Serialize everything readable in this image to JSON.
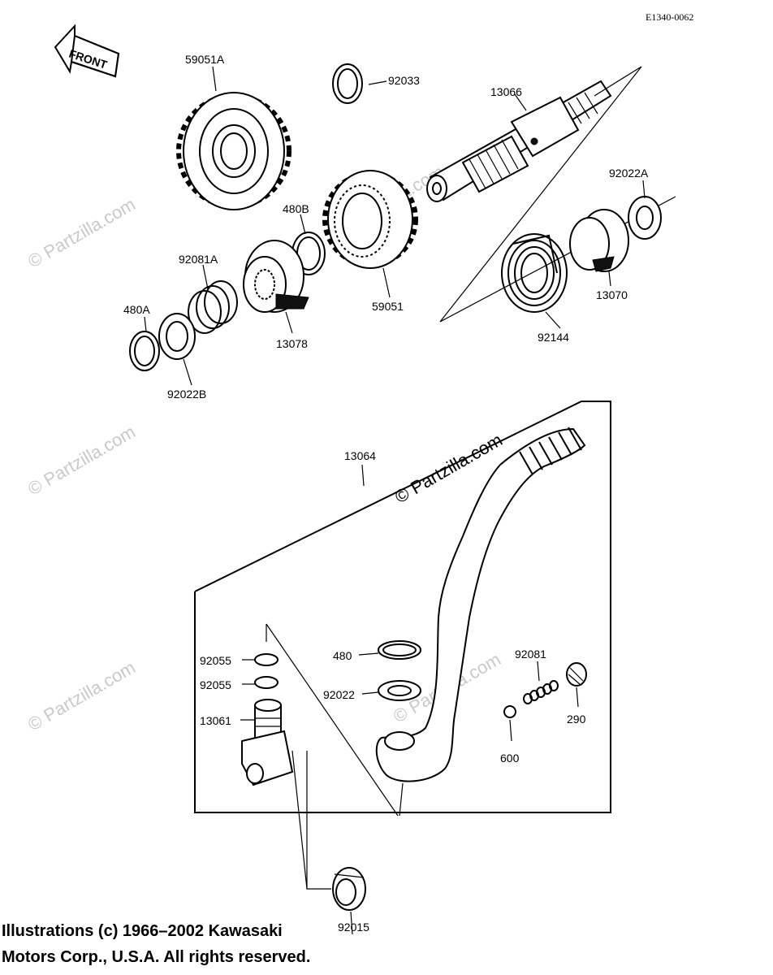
{
  "diagram_code": "E1340-0062",
  "front_label": "FRONT",
  "watermarks": {
    "main": "© Partzilla.com",
    "faint": "© Partzilla.com"
  },
  "parts": {
    "p59051A": "59051A",
    "p92033": "92033",
    "p13066": "13066",
    "p92022A": "92022A",
    "p480B": "480B",
    "p59051": "59051",
    "p92081A": "92081A",
    "p480A": "480A",
    "p13078": "13078",
    "p92022B": "92022B",
    "p13070": "13070",
    "p92144": "92144",
    "p13064": "13064",
    "p92055a": "92055",
    "p92055b": "92055",
    "p13061": "13061",
    "p480": "480",
    "p92022": "92022",
    "p92081": "92081",
    "p290": "290",
    "p600": "600",
    "p92015": "92015"
  },
  "copyright": {
    "line1": "Illustrations (c) 1966–2002 Kawasaki",
    "line2": "Motors Corp., U.S.A.  All rights reserved."
  }
}
